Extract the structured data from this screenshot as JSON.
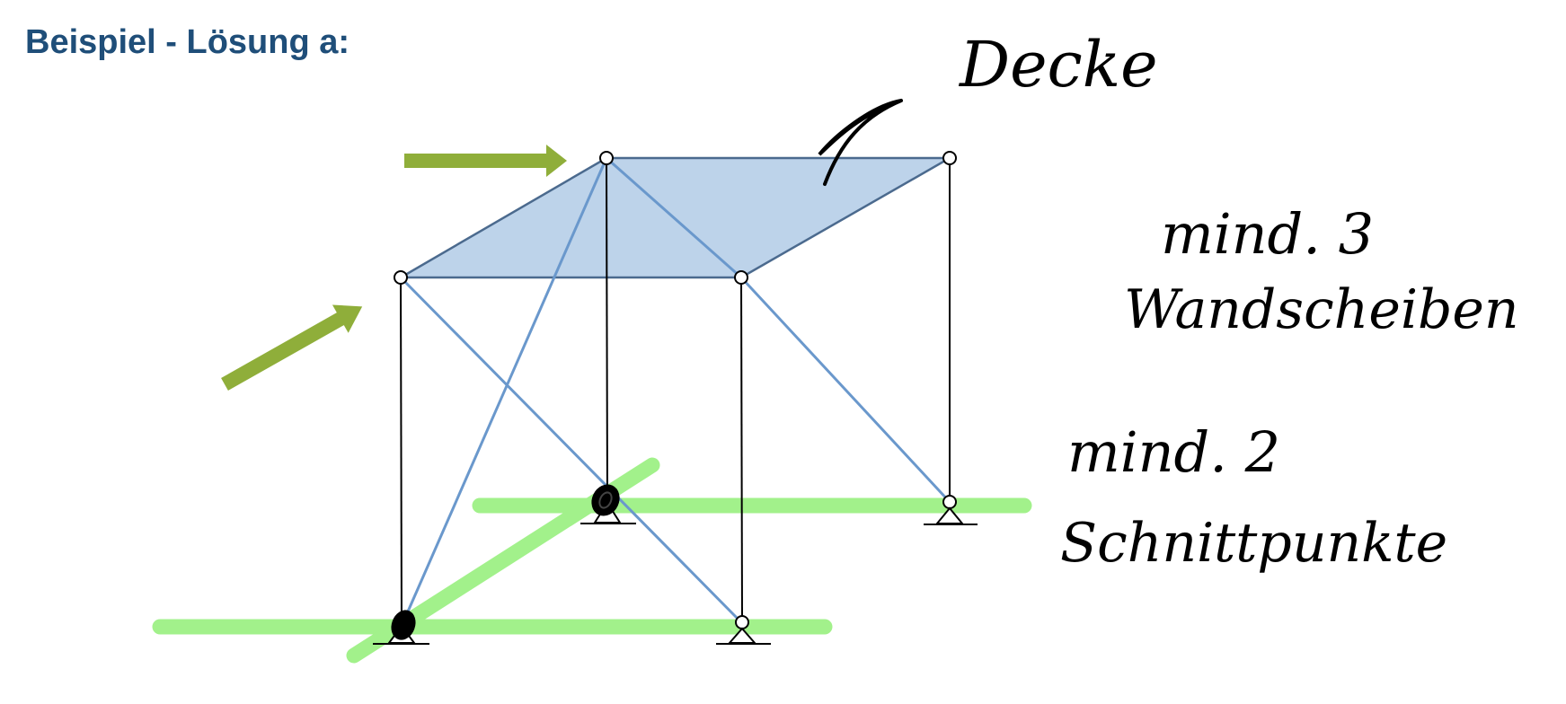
{
  "slide": {
    "title": "Beispiel - Lösung a:"
  },
  "annotations": {
    "decke": "Decke",
    "line1": "mind. 3",
    "line2": "Wandscheiben",
    "line3": "mind. 2",
    "line4": "Schnittpunkte"
  },
  "colors": {
    "title": "#1f4e79",
    "slab_fill": "#bdd3ea",
    "bracing": "#6a98cc",
    "load_arrow": "#8fae3a",
    "highlight": "#99f07f"
  }
}
